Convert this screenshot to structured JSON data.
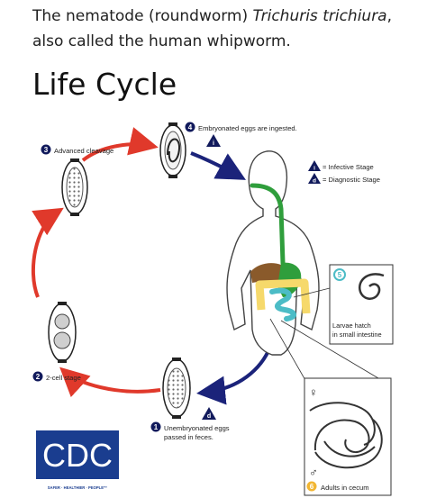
{
  "intro": {
    "prefix": "The nematode (roundworm) ",
    "species_italic": "Trichuris trichiura",
    "suffix": ", also called the human whipworm."
  },
  "heading": "Life Cycle",
  "diagram": {
    "steps": [
      {
        "number": "1",
        "label_line1": "Unembryonated eggs",
        "label_line2": "passed in feces.",
        "badge": "d"
      },
      {
        "number": "2",
        "label_line1": "2-cell stage"
      },
      {
        "number": "3",
        "label_line1": "Advanced cleavage"
      },
      {
        "number": "4",
        "label_line1": "Embryonated eggs are ingested.",
        "badge": "i"
      },
      {
        "number": "5",
        "label_line1": "Larvae hatch",
        "label_line2": "in small intestine"
      },
      {
        "number": "6",
        "label_line1": "Adults in cecum"
      }
    ],
    "legend": [
      {
        "symbol": "i",
        "text": "= Infective Stage"
      },
      {
        "symbol": "d",
        "text": "= Diagnostic Stage"
      }
    ],
    "sex_symbols": {
      "female": "♀",
      "male": "♂"
    },
    "colors": {
      "red_arrow": "#e0392b",
      "blue_arrow": "#1b237a",
      "badge": "#111a5c",
      "step6_badge": "#f2b632",
      "intestine_yellow": "#f6d96b",
      "intestine_teal": "#4cbcc6",
      "stomach_green": "#2f9e3c",
      "liver_brown": "#8a5a2b",
      "cdc_blue": "#1a3d8f"
    },
    "logo": {
      "letters": "CDC",
      "tagline": "SAFER · HEALTHIER · PEOPLE™"
    }
  }
}
